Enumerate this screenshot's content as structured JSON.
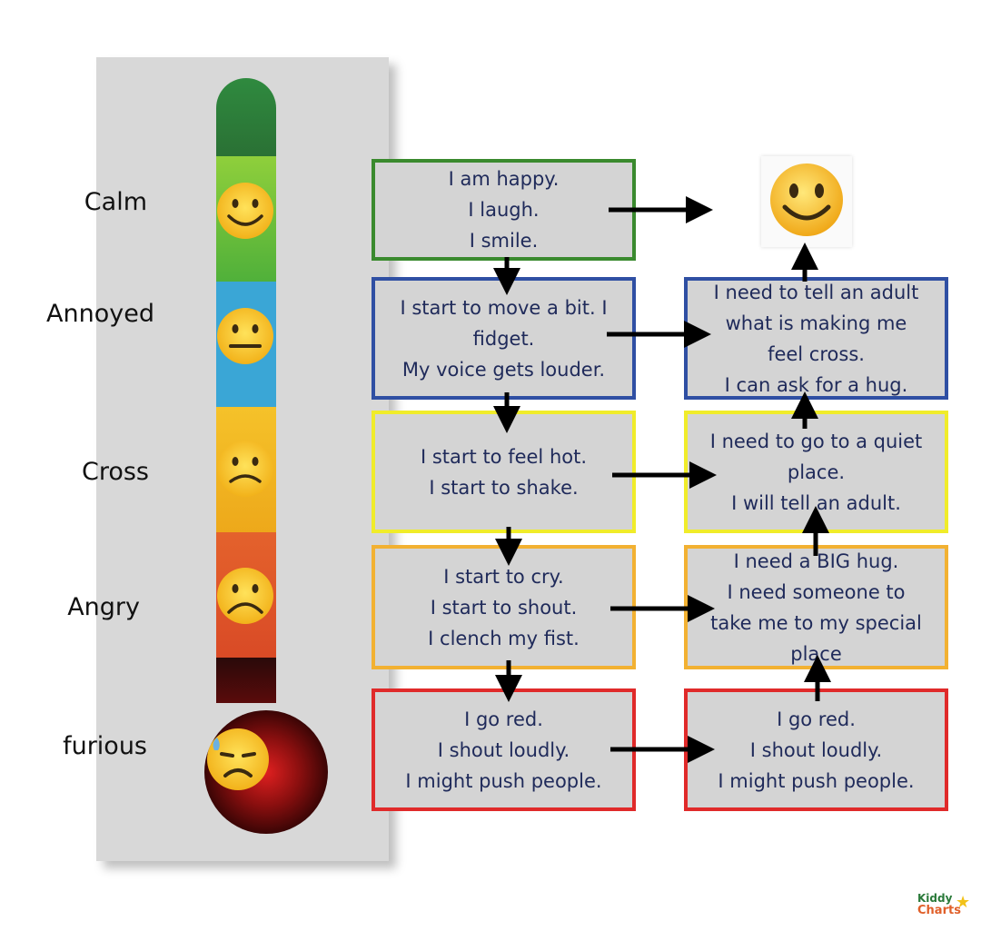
{
  "thermometer": {
    "levels": [
      {
        "label": "Calm",
        "color": "#5fb83a",
        "face": "smile"
      },
      {
        "label": "Annoyed",
        "color": "#3fa8d8",
        "face": "neutral"
      },
      {
        "label": "Cross",
        "color": "#f2b51c",
        "face": "frown"
      },
      {
        "label": "Angry",
        "color": "#e2522b",
        "face": "sad"
      },
      {
        "label": "furious",
        "color": "#6b0d0d",
        "face": "sweat"
      }
    ],
    "top_color": "#2e7d3a"
  },
  "left_boxes": [
    {
      "text": "I am happy.\nI laugh.\nI smile.",
      "border": "#3a8a2e"
    },
    {
      "text": "I start to move a bit. I\nfidget.\nMy voice gets louder.",
      "border": "#2f4fa3"
    },
    {
      "text": "I start to feel hot.\nI start to shake.",
      "border": "#f0ec2a"
    },
    {
      "text": "I start to cry.\nI start to shout.\nI clench my fist.",
      "border": "#f2b132"
    },
    {
      "text": "I go red.\nI shout loudly.\nI might push people.",
      "border": "#e02a2a"
    }
  ],
  "right_boxes": [
    {
      "text": "I need to tell an adult\nwhat is making me\nfeel cross.\nI can ask for a hug.",
      "border": "#2f4fa3"
    },
    {
      "text": "I need to go to a quiet\nplace.\nI will tell an adult.",
      "border": "#f0ec2a"
    },
    {
      "text": "I need a BIG hug.\nI need someone to\ntake me to my special\nplace",
      "border": "#f2b132"
    },
    {
      "text": "I go red.\nI shout loudly.\nI might push people.",
      "border": "#e02a2a"
    }
  ],
  "logo": {
    "line1": "Kiddy",
    "line2": "Charts"
  }
}
